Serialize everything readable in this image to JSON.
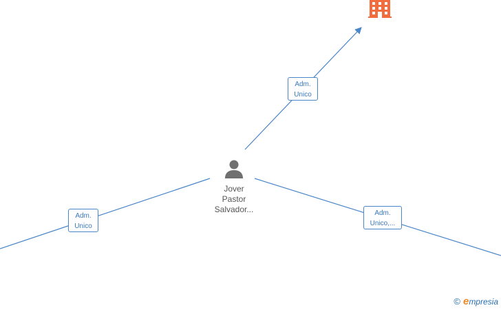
{
  "person": {
    "name_lines": [
      "Jover",
      "Pastor",
      "Salvador..."
    ]
  },
  "edges": [
    {
      "label_lines": [
        "Adm.",
        "Unico"
      ]
    },
    {
      "label_lines": [
        "Adm.",
        "Unico"
      ]
    },
    {
      "label_lines": [
        "Adm.",
        "Unico,..."
      ]
    }
  ],
  "watermark": {
    "copyright": "©",
    "brand_initial": "e",
    "brand_rest": "mpresia"
  },
  "colors": {
    "edge": "#4a86c8",
    "company_icon": "#f26d3d",
    "person_icon": "#707070"
  },
  "icons": {
    "person": "person-icon",
    "company": "building-icon"
  }
}
